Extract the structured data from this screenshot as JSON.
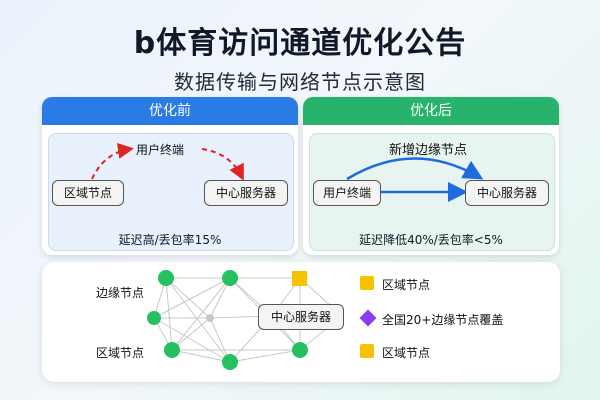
{
  "title": "b体育访问通道优化公告",
  "subtitle": "数据传输与网络节点示意图",
  "before": {
    "header": "优化前",
    "region_node": "区域节点",
    "user_terminal": "用户终端",
    "center_server": "中心服务器",
    "footer": "延迟高/丢包率15%"
  },
  "after": {
    "header": "优化后",
    "new_edge_node": "新增边缘节点",
    "user_terminal": "用户终端",
    "center_server": "中心服务器",
    "footer": "延迟降低40%/丢包率<5%"
  },
  "network": {
    "edge_label": "边缘节点",
    "region_label": "区域节点",
    "center_server": "中心服务器",
    "legend": {
      "region_1": "区域节点",
      "edge_count": "全国20+边缘节点覆盖",
      "region_2": "区域节点"
    }
  },
  "colors": {
    "before_accent": "#2b7be4",
    "after_accent": "#27b36b",
    "arrow_red": "#e02424",
    "arrow_blue": "#1f6ae0",
    "edge_node_green": "#27c060",
    "region_node_yellow": "#f7c200",
    "legend_diamond_purple": "#8a3cf0"
  }
}
